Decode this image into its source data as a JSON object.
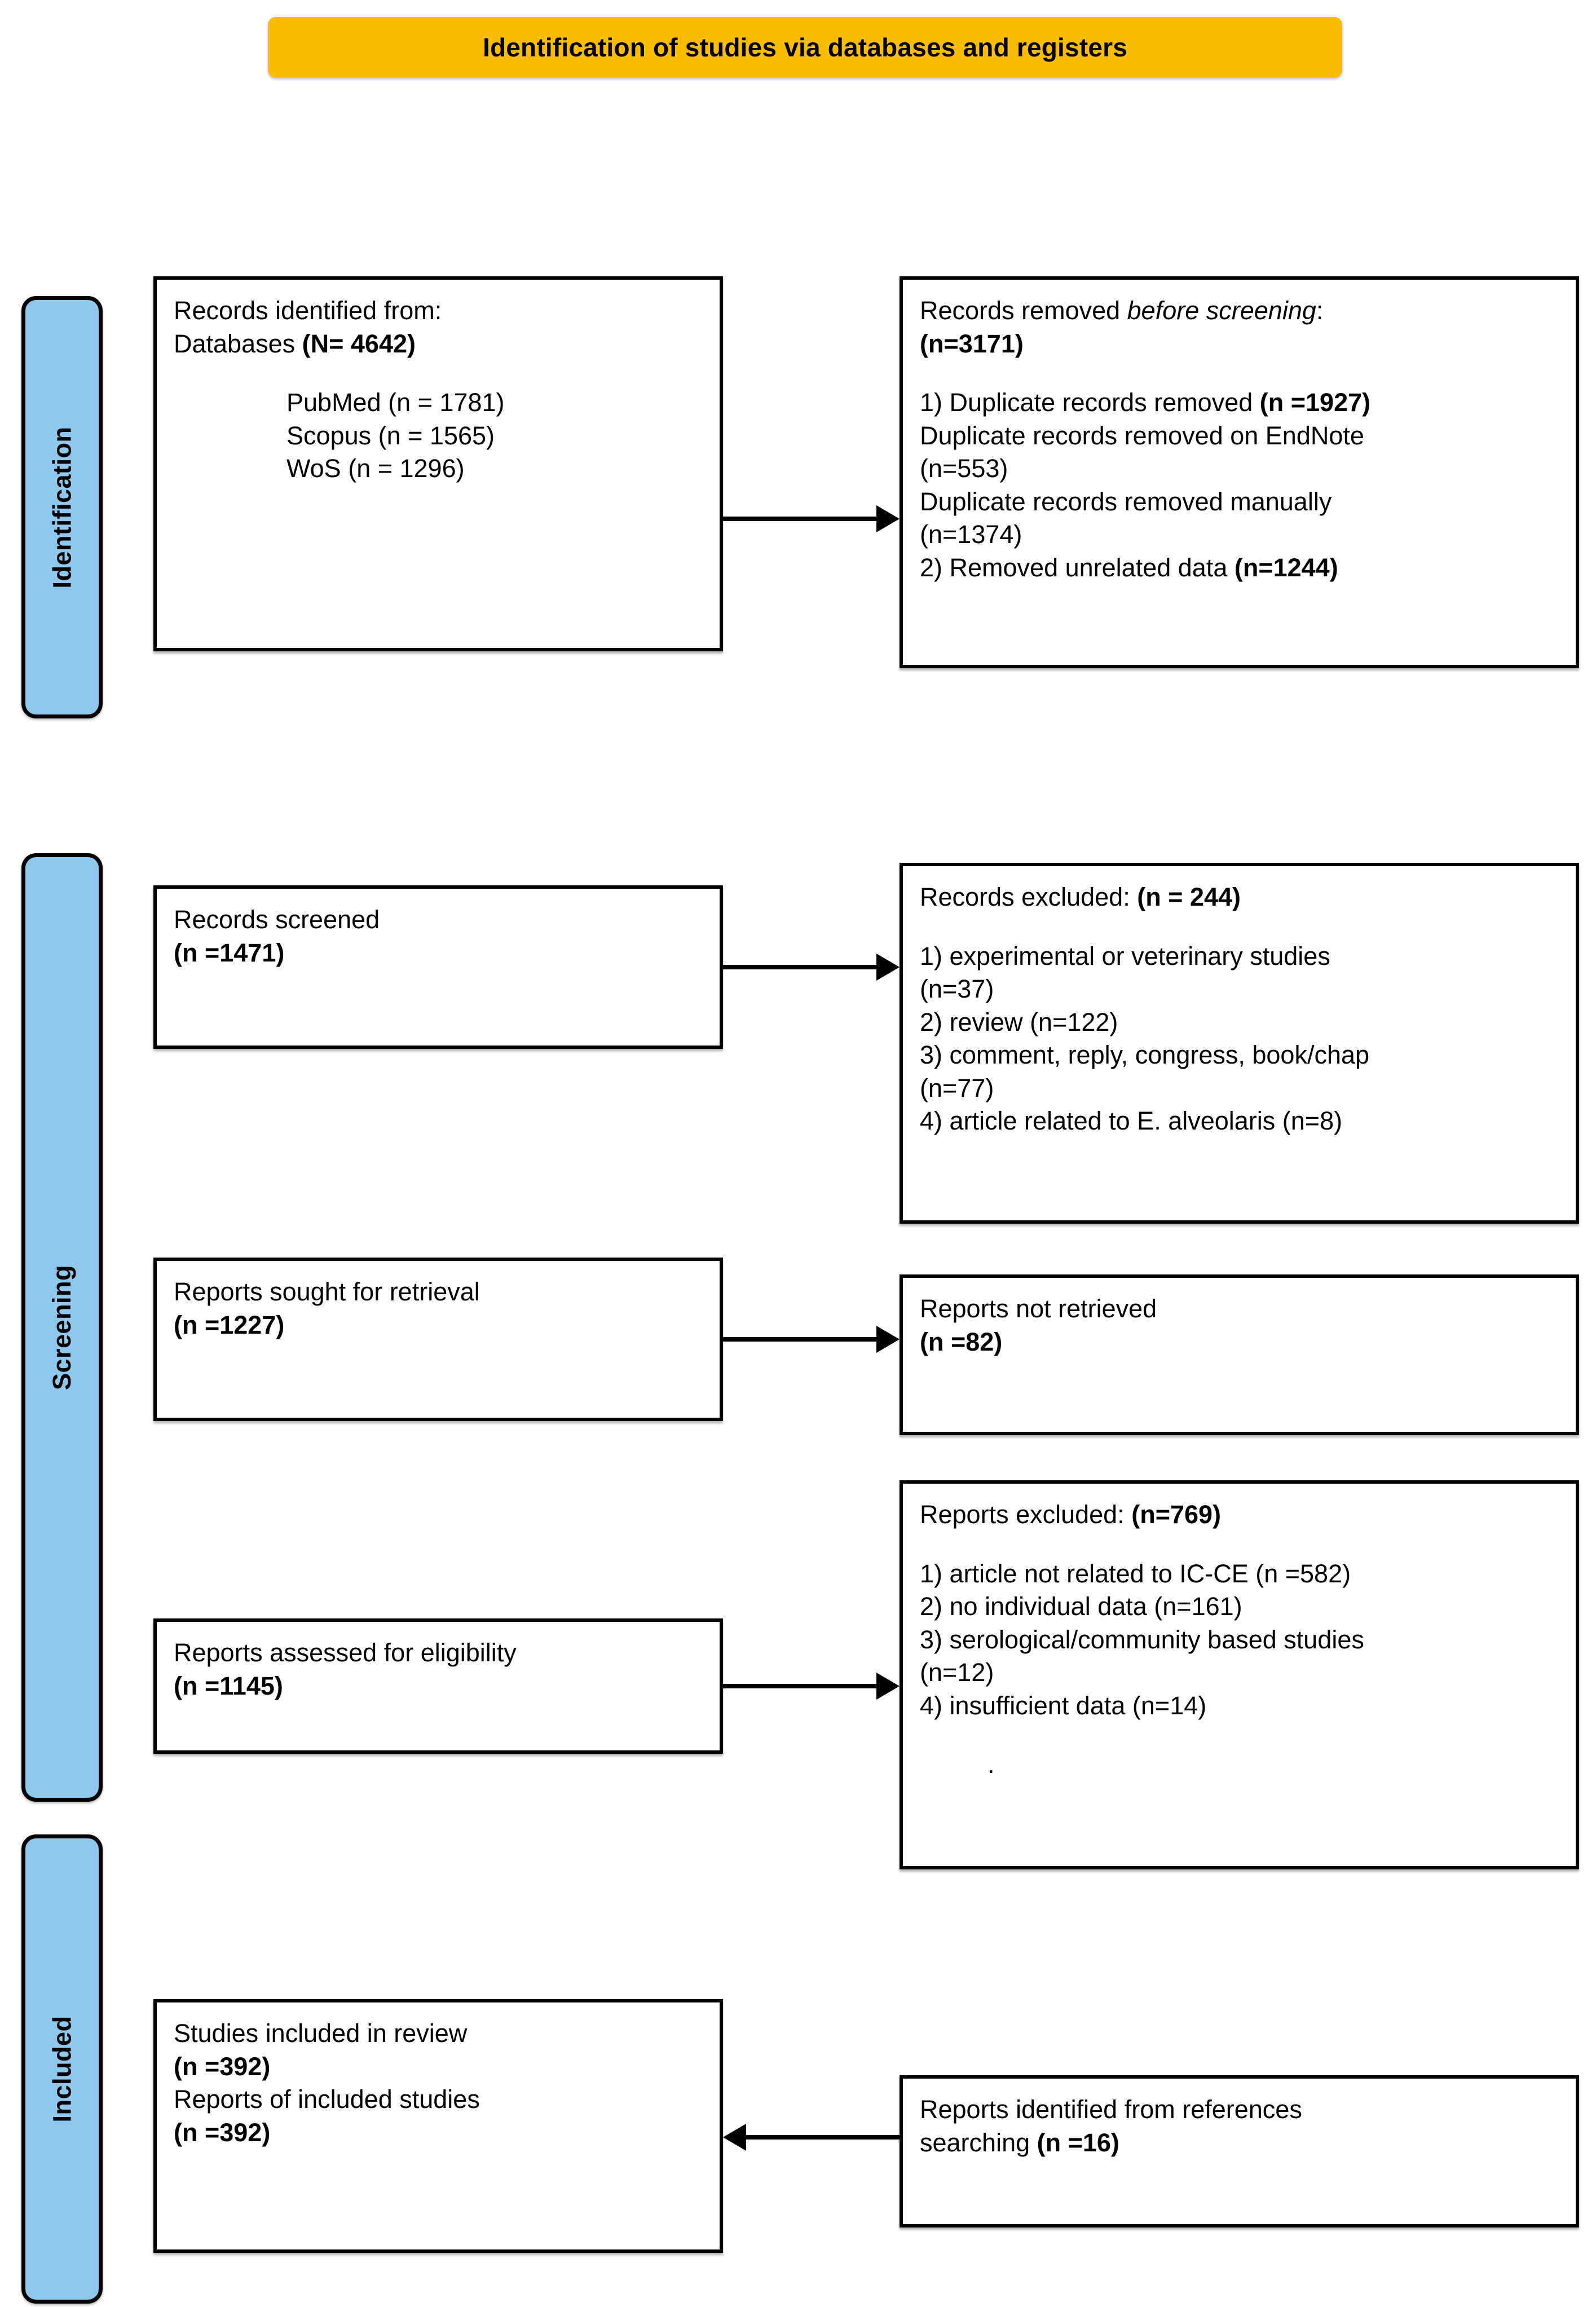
{
  "header": {
    "title": "Identification of studies via databases and registers",
    "color": "#FBBC04"
  },
  "phases": {
    "identification": "Identification",
    "screening": "Screening",
    "included": "Included",
    "color": "#8FC8EC"
  },
  "boxes": {
    "records_identified": {
      "lines": [
        {
          "text": "Records identified from:"
        },
        {
          "text": "Databases ",
          "bold_suffix": "(N= 4642)"
        },
        {
          "spacer": true
        },
        {
          "text": "PubMed (n = 1781)",
          "indent": true
        },
        {
          "text": "Scopus  (n = 1565)",
          "indent": true
        },
        {
          "text": "WoS      (n = 1296)",
          "indent": true
        }
      ]
    },
    "records_removed": {
      "l1_a": "Records removed ",
      "l1_i": "before screening",
      "l1_b": ":",
      "l2": "(n=3171)",
      "l4_a": "1) Duplicate records removed ",
      "l4_b": "(n =1927)",
      "l5": "Duplicate records removed on EndNote",
      "l6": "(n=553)",
      "l7": "Duplicate records removed manually",
      "l8": "(n=1374)",
      "l9_a": "2) Removed unrelated data ",
      "l9_b": "(n=1244)"
    },
    "records_screened": {
      "l1": "Records screened",
      "l2": "(n =1471)"
    },
    "records_excluded": {
      "l1_a": "Records excluded: ",
      "l1_b": "(n = 244)",
      "l3": "1) experimental or veterinary studies",
      "l4": "(n=37)",
      "l5": "2) review (n=122)",
      "l6": "3) comment, reply, congress, book/chap",
      "l7": "(n=77)",
      "l8": "4) article related to E. alveolaris (n=8)"
    },
    "reports_sought": {
      "l1": "Reports sought for retrieval",
      "l2": "(n =1227)"
    },
    "reports_not_retrieved": {
      "l1": "Reports not retrieved",
      "l2": "(n =82)"
    },
    "reports_assessed": {
      "l1": "Reports assessed for eligibility",
      "l2": "(n =1145)"
    },
    "reports_excluded": {
      "l1_a": "Reports excluded: ",
      "l1_b": "(n=769)",
      "l3": "1) article not related to IC-CE (n =582)",
      "l4": "2) no individual data (n=161)",
      "l5": "3) serological/community based studies",
      "l6": "(n=12)",
      "l7": "4) insufficient data (n=14)",
      "l9": "."
    },
    "studies_included": {
      "l1": "Studies included in review",
      "l2": "(n =392)",
      "l3": "Reports of included studies",
      "l4": "(n =392)"
    },
    "reports_references": {
      "l1": "Reports identified from references",
      "l2_a": "searching ",
      "l2_b": "(n =16)"
    }
  },
  "connectors": [
    {
      "name": "identified-to-removed",
      "direction": "right"
    },
    {
      "name": "screened-to-excluded",
      "direction": "right"
    },
    {
      "name": "sought-to-not-retrieved",
      "direction": "right"
    },
    {
      "name": "assessed-to-excluded",
      "direction": "right"
    },
    {
      "name": "references-to-included",
      "direction": "left"
    }
  ]
}
